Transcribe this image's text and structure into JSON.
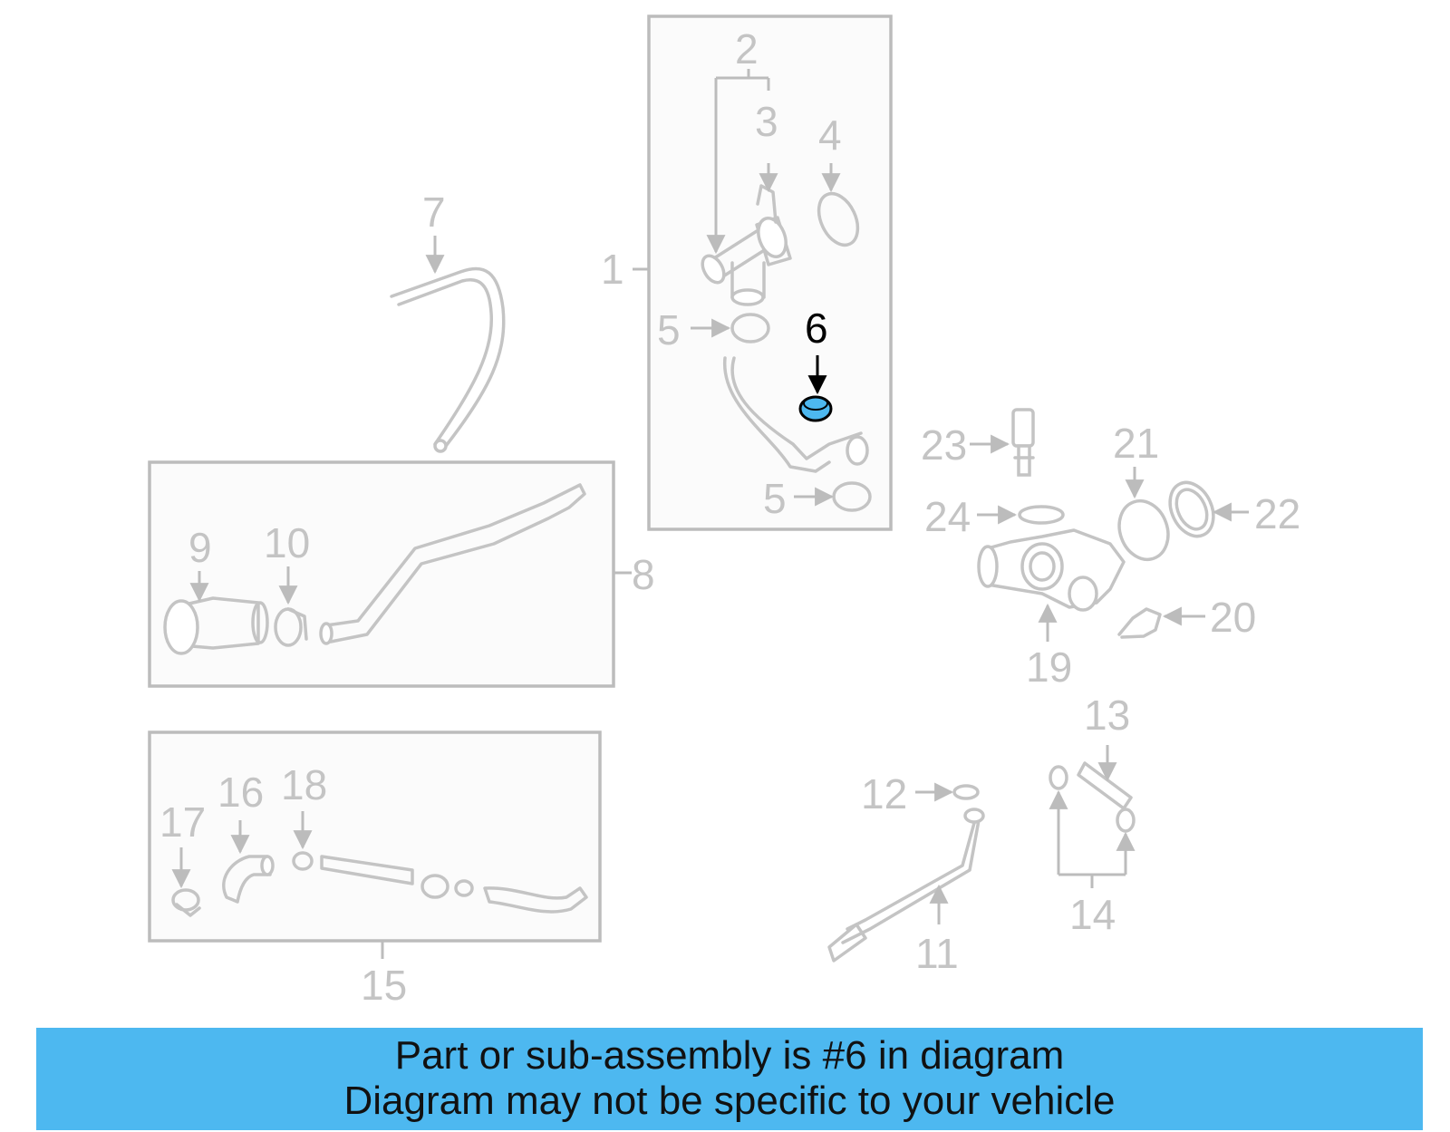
{
  "diagram": {
    "callouts": [
      "1",
      "2",
      "3",
      "4",
      "5",
      "5",
      "6",
      "7",
      "8",
      "9",
      "10",
      "11",
      "12",
      "13",
      "14",
      "15",
      "16",
      "17",
      "18",
      "19",
      "20",
      "21",
      "22",
      "23",
      "24"
    ],
    "highlighted_callout": "6",
    "colors": {
      "line": "#c4c4c4",
      "box": "#bcbcbc",
      "highlight_part": "#4db8f0",
      "highlight_label": "#000000",
      "banner": "#4db8f0"
    }
  },
  "banner": {
    "line1": "Part or sub-assembly is #6 in diagram",
    "line2": "Diagram may not be specific to your vehicle"
  }
}
